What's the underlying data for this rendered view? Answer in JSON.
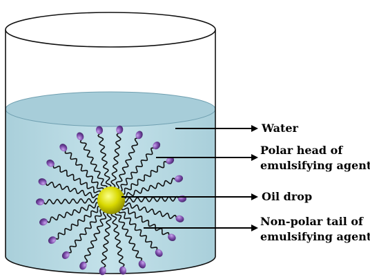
{
  "labels": {
    "water": "Water",
    "polar_head_line1": "Polar head of",
    "polar_head_line2": "emulsifying agent",
    "oil_drop": "Oil drop",
    "nonpolar_tail_line1": "Non-polar tail of",
    "nonpolar_tail_line2": "emulsifying agent"
  },
  "molecule": {
    "emulsifier_count": 22
  },
  "colors": {
    "water": "#bcdde6",
    "water_surface": "#a9cfda",
    "beaker_outline": "#111111",
    "oil_drop": "#d9d900",
    "polar_head": "#7a4aa8",
    "tail": "#111111",
    "arrow": "#000000"
  }
}
